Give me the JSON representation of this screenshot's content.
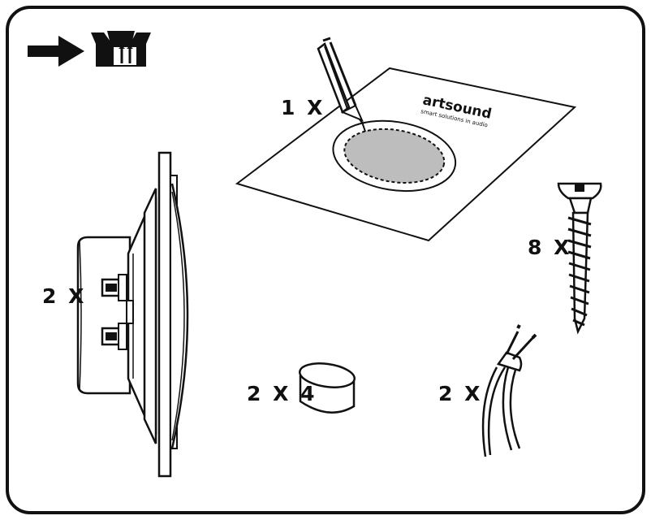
{
  "colors": {
    "ink": "#111111",
    "template_fill": "#bdbdbd",
    "paper": "#ffffff"
  },
  "header": {
    "arrow_icon": "arrow-right-icon",
    "box_icon": "unbox-this-side-up-icon"
  },
  "parts": [
    {
      "id": "template",
      "icon": "mounting-template-sheet",
      "quantity": "1 X"
    },
    {
      "id": "speaker",
      "icon": "ceiling-speaker-side-view",
      "quantity": "2 X"
    },
    {
      "id": "screw",
      "icon": "screw-icon",
      "quantity": "8 X"
    },
    {
      "id": "pad",
      "icon": "rubber-pad-icon",
      "quantity": "2 X 4"
    },
    {
      "id": "cable",
      "icon": "speaker-cable-icon",
      "quantity": "2 X"
    }
  ],
  "template_sheet": {
    "brand": "artsound",
    "tagline": "smart solutions in audio"
  }
}
